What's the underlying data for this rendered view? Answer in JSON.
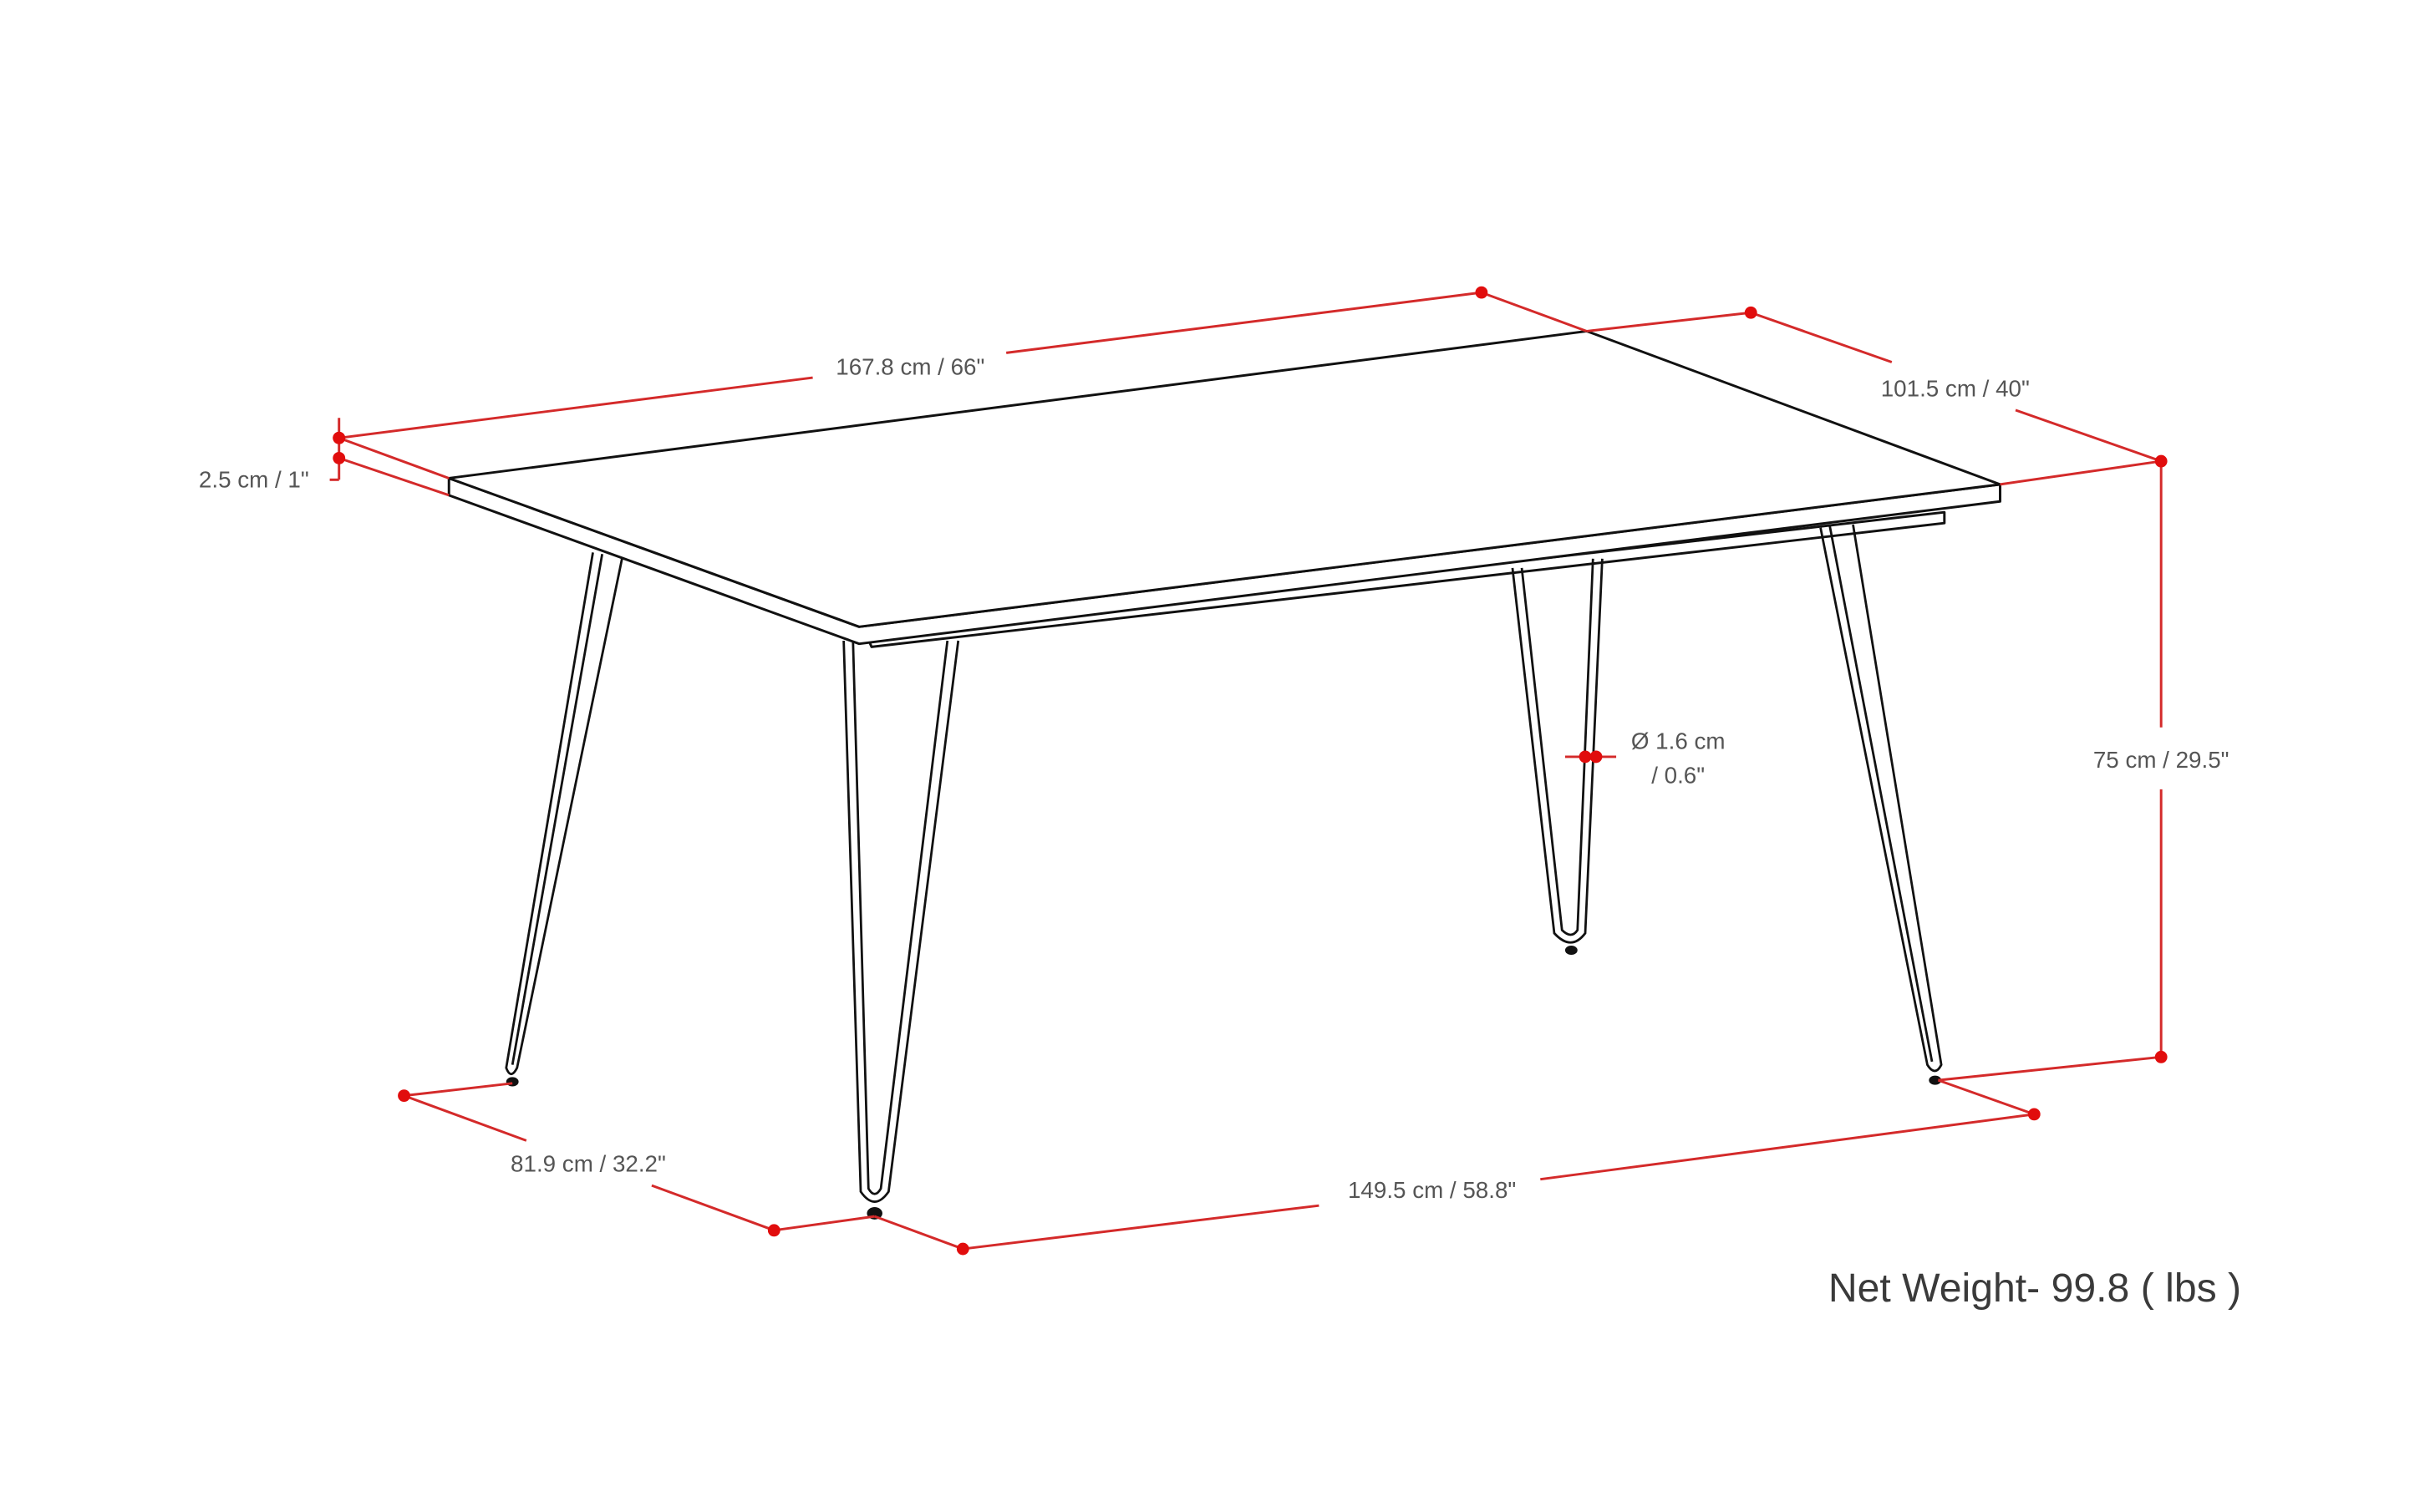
{
  "diagram": {
    "subject": "Dining table with hairpin legs",
    "colors": {
      "dimension_line": "#d42a2a",
      "dimension_dot": "#e10d0d",
      "outline": "#111111",
      "label_text": "#555555"
    },
    "dimensions": {
      "length": "167.8 cm / 66\"",
      "width": "101.5 cm / 40\"",
      "top_thickness": "2.5 cm / 1\"",
      "height": "75 cm / 29.5\"",
      "leg_diameter_line1": "Ø 1.6 cm",
      "leg_diameter_line2": "/ 0.6\"",
      "leg_span_depth": "81.9 cm / 32.2\"",
      "leg_span_length": "149.5 cm / 58.8\""
    },
    "net_weight": "Net Weight- 99.8 ( lbs )"
  }
}
